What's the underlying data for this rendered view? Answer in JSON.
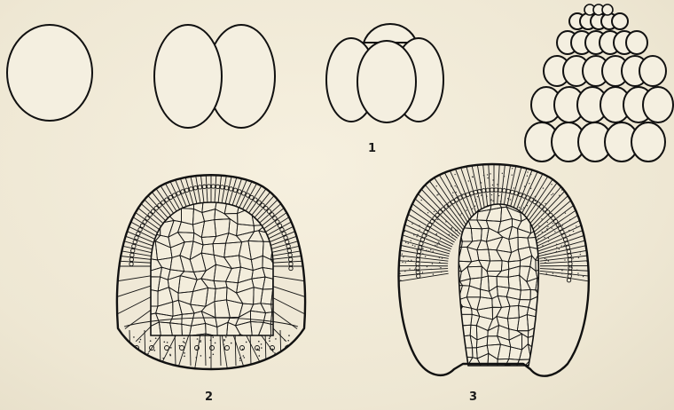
{
  "figure": {
    "stage_labels": [
      "1",
      "2",
      "3"
    ]
  }
}
